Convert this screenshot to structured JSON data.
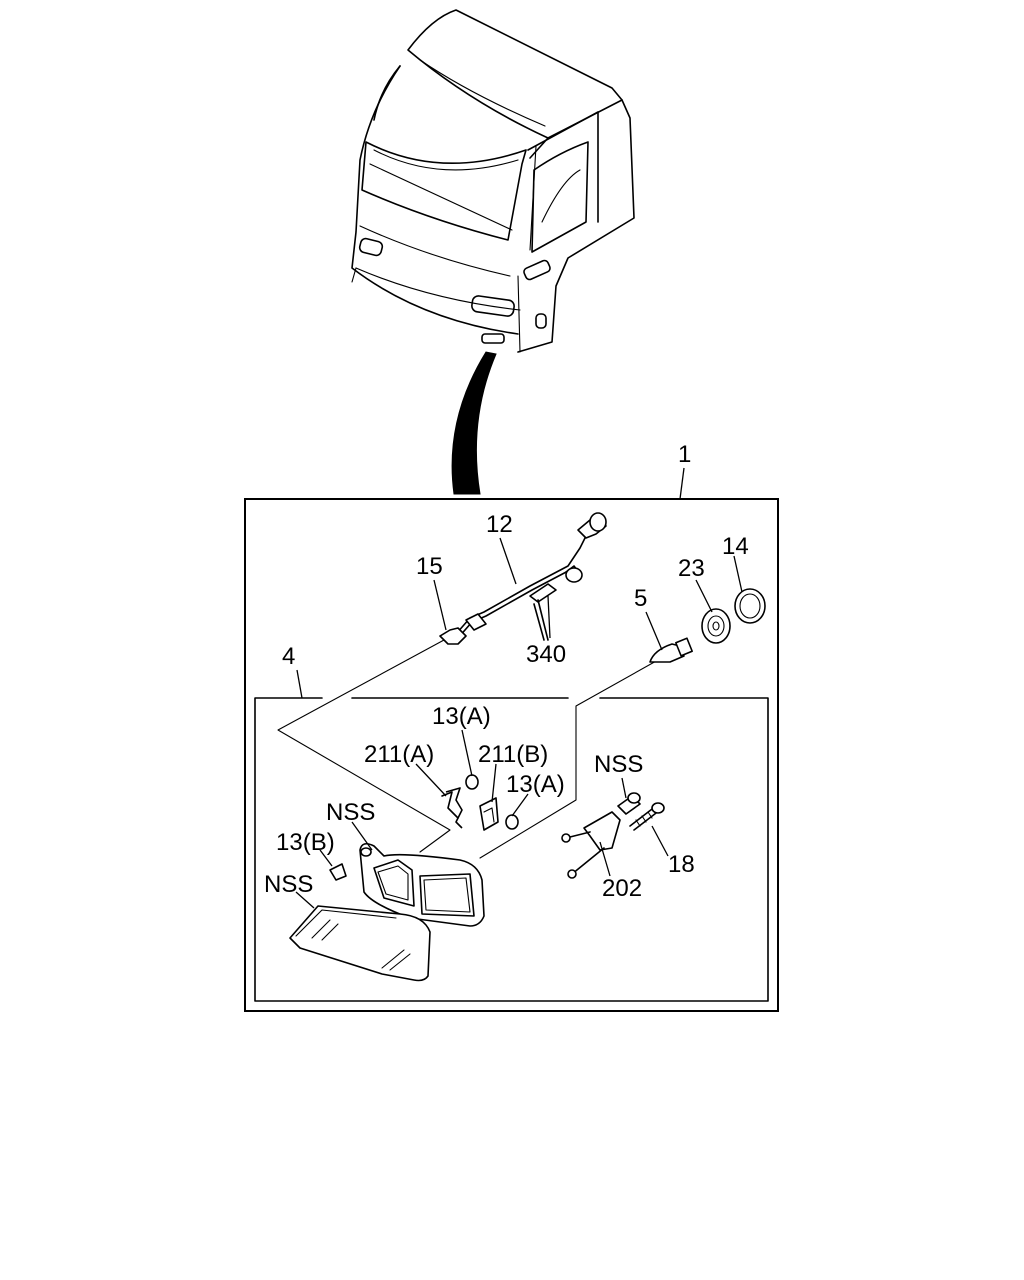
{
  "callouts": {
    "c1": "1",
    "c4": "4",
    "c12": "12",
    "c15": "15",
    "c340": "340",
    "c5": "5",
    "c23": "23",
    "c14": "14",
    "c13a_top": "13(A)",
    "c211a": "211(A)",
    "c211b": "211(B)",
    "c13a_mid": "13(A)",
    "c13b": "13(B)",
    "nss_gasket": "NSS",
    "nss_lens": "NSS",
    "nss_bolt": "NSS",
    "c202": "202",
    "c18": "18"
  }
}
